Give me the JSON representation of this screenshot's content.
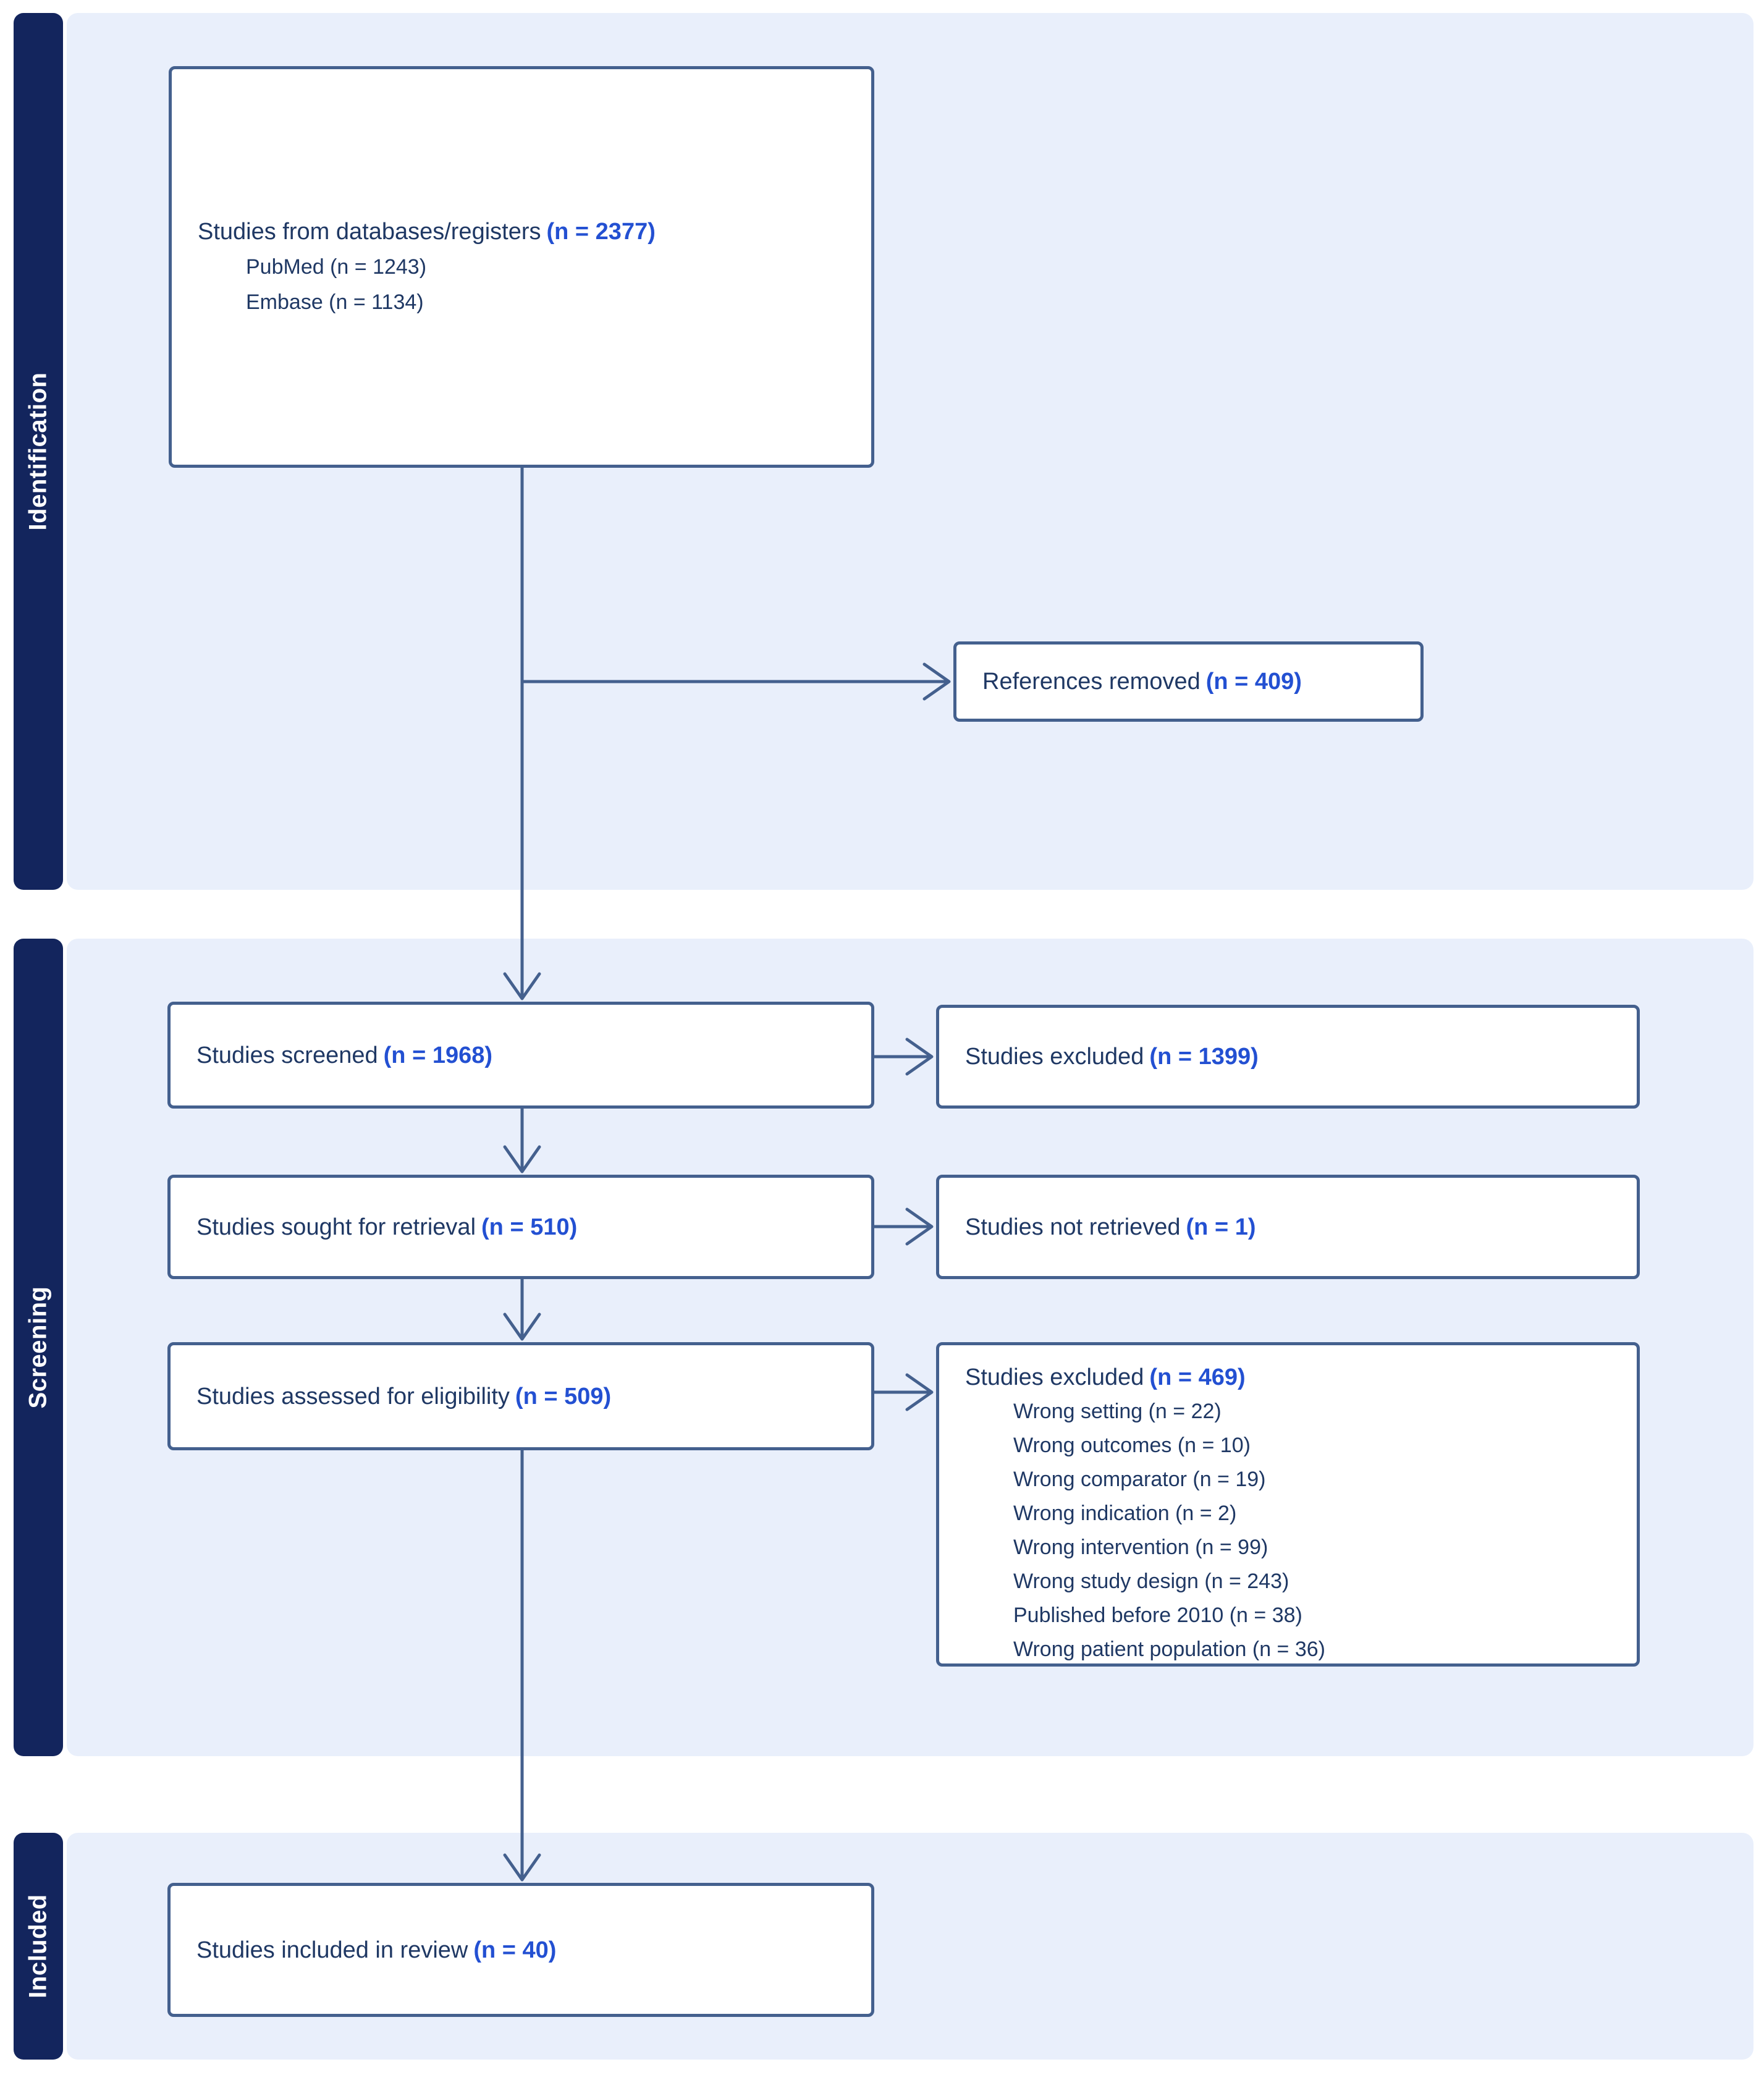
{
  "palette": {
    "sidebar_navy": "#13255d",
    "band_blue": "#e9effb",
    "box_border": "#44608e",
    "text_dark": "#1f3864",
    "accent_blue": "#2350d2"
  },
  "sections": {
    "identification": {
      "label": "Identification"
    },
    "screening": {
      "label": "Screening"
    },
    "included": {
      "label": "Included"
    }
  },
  "boxes": {
    "databases": {
      "label": "Studies from databases/registers",
      "count": "(n = 2377)",
      "items": [
        "PubMed (n = 1243)",
        "Embase (n = 1134)"
      ]
    },
    "references_removed": {
      "label": "References removed",
      "count": "(n = 409)"
    },
    "screened": {
      "label": "Studies screened",
      "count": "(n = 1968)"
    },
    "excluded_screening": {
      "label": "Studies excluded",
      "count": "(n = 1399)"
    },
    "sought": {
      "label": "Studies sought for retrieval",
      "count": "(n = 510)"
    },
    "not_retrieved": {
      "label": "Studies not retrieved",
      "count": "(n = 1)"
    },
    "assessed": {
      "label": "Studies assessed for eligibility",
      "count": "(n = 509)"
    },
    "excluded_eligibility": {
      "label": "Studies excluded",
      "count": "(n = 469)",
      "items": [
        "Wrong setting (n = 22)",
        "Wrong outcomes (n = 10)",
        "Wrong comparator (n = 19)",
        "Wrong indication (n = 2)",
        "Wrong intervention (n = 99)",
        "Wrong study design (n = 243)",
        "Published before 2010 (n = 38)",
        "Wrong patient population (n = 36)"
      ]
    },
    "included_review": {
      "label": "Studies included in review",
      "count": "(n = 40)"
    }
  }
}
